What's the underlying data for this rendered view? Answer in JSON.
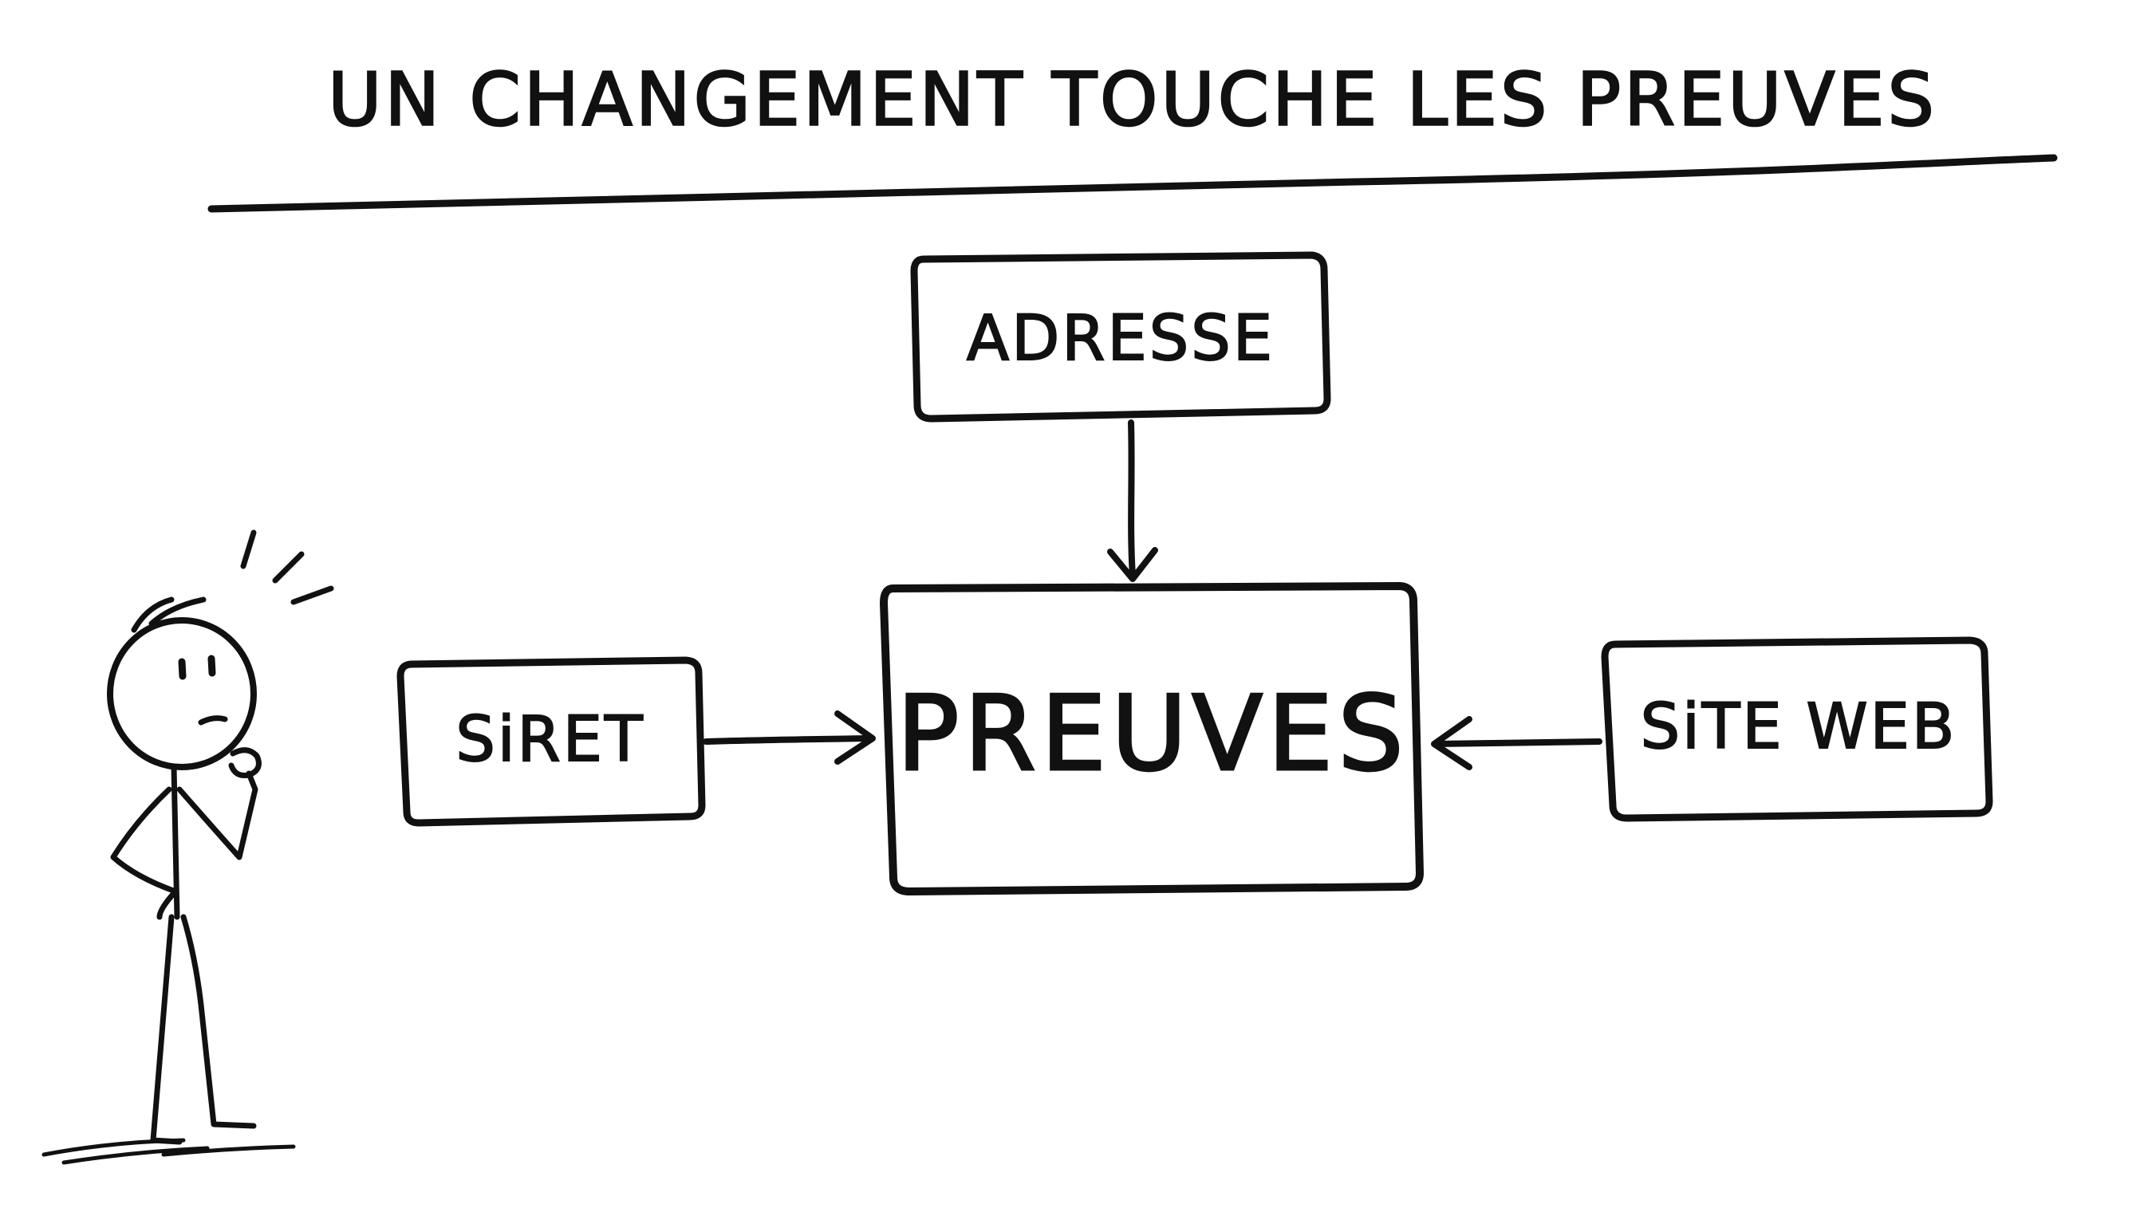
{
  "diagram": {
    "title": "UN CHANGEMENT TOUCHE LES PREUVES",
    "nodes": {
      "top": "ADRESSE",
      "center": "PREUVES",
      "left": "SiRET",
      "right": "SiTE WEB"
    },
    "edges": [
      {
        "from": "ADRESSE",
        "to": "PREUVES"
      },
      {
        "from": "SiRET",
        "to": "PREUVES"
      },
      {
        "from": "SiTE WEB",
        "to": "PREUVES"
      }
    ],
    "figure": "thinking stick figure",
    "ink_color": "#111111",
    "background_color": "#ffffff"
  }
}
